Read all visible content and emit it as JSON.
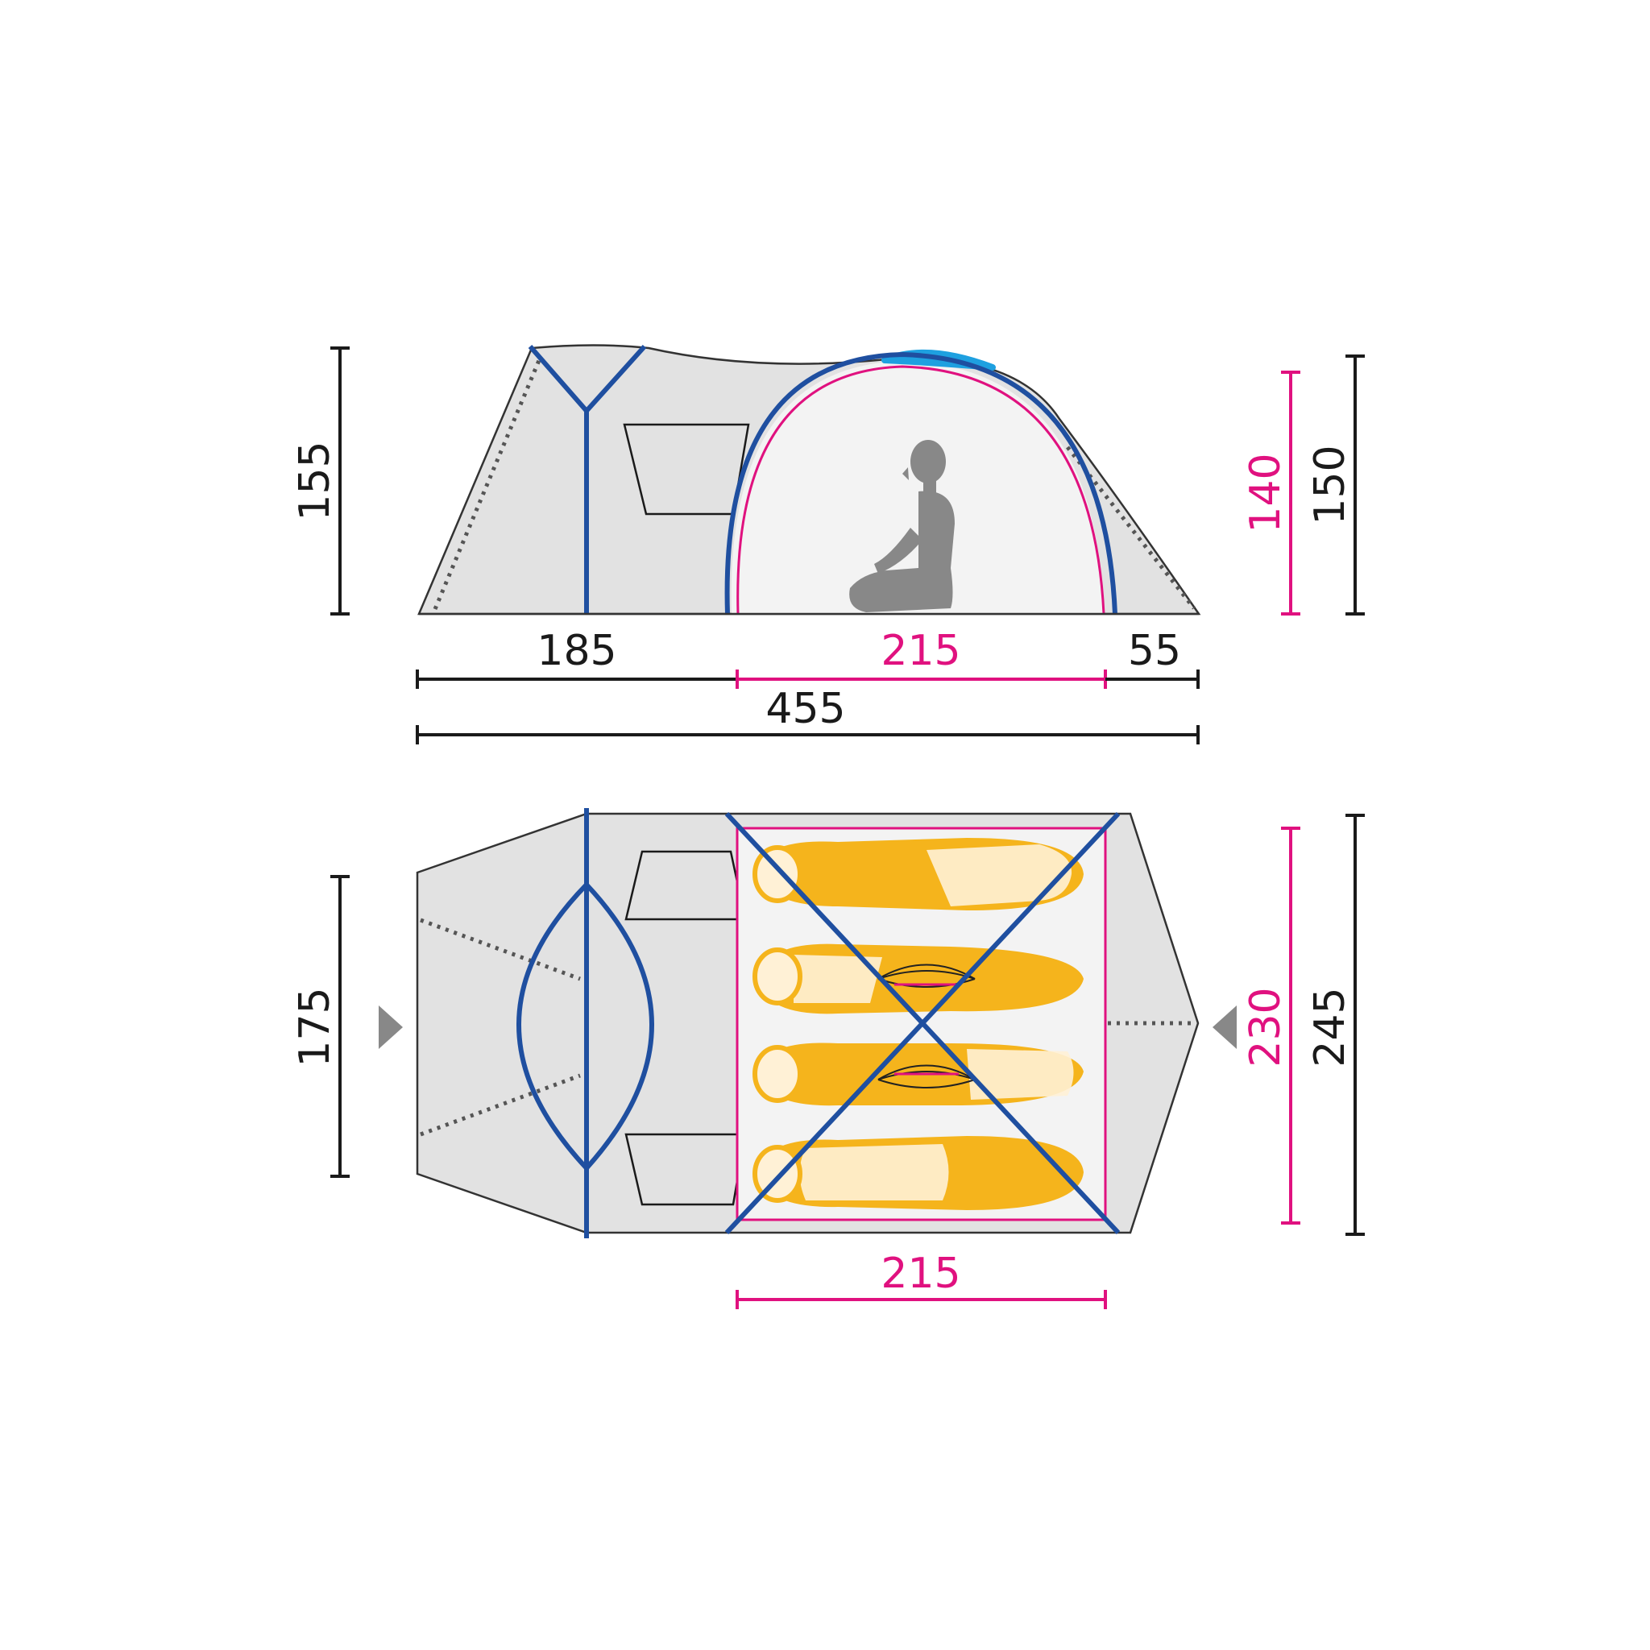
{
  "colors": {
    "inner_tent": "#e0117f",
    "pole": "#1f4fa0",
    "dimension_line": "#1a1a1a",
    "fly_fill": "#e2e2e2",
    "inner_fill": "#f2f2f2",
    "vent_accent": "#1ea0e0",
    "sleeping_bag": "#f5b41c",
    "sleeping_bag_light": "#fff1d6",
    "person": "#888888"
  },
  "side_view": {
    "heights": {
      "vestibule_height": "155",
      "inner_height": "140",
      "outer_height": "150"
    },
    "lengths": {
      "vestibule_length": "185",
      "inner_length": "215",
      "rear_length": "55",
      "total_length": "455"
    }
  },
  "floor_plan": {
    "widths": {
      "vestibule_width": "175",
      "inner_width": "230",
      "outer_width": "245"
    },
    "lengths": {
      "inner_length": "215"
    },
    "sleeping_places": 4
  }
}
